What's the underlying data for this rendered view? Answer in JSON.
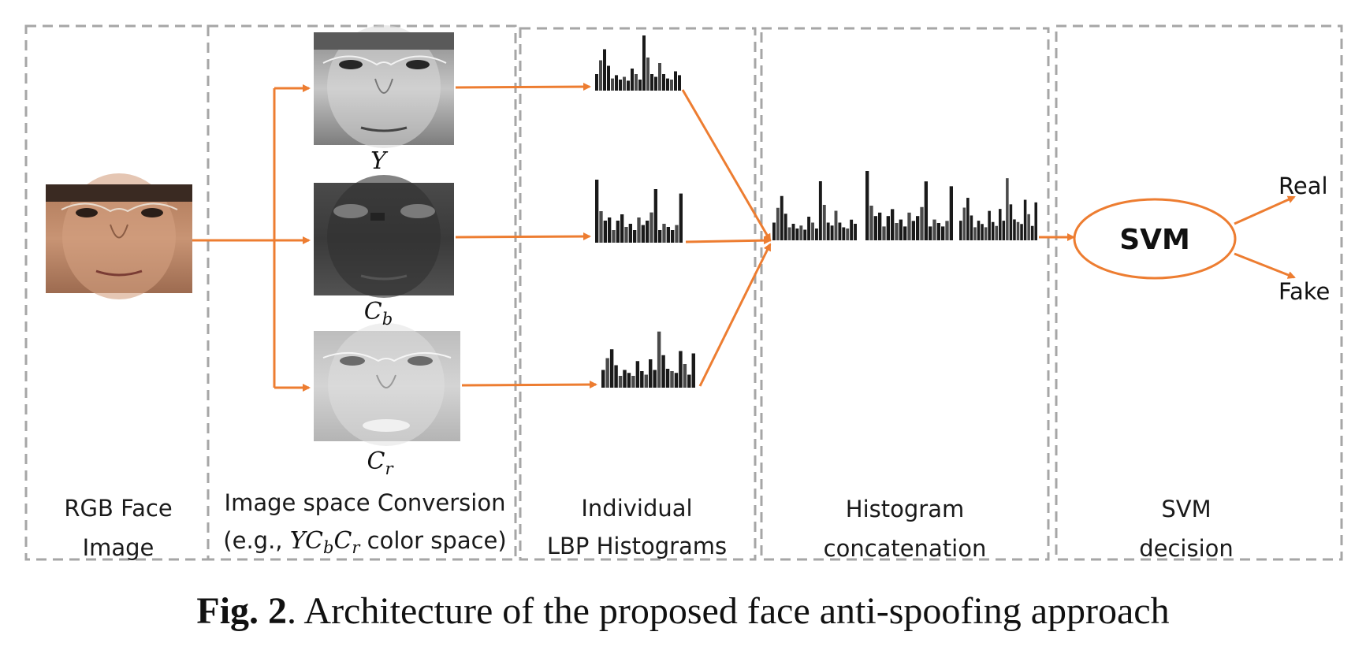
{
  "panels": [
    {
      "id": "rgb",
      "lines": [
        "RGB Face",
        "Image"
      ]
    },
    {
      "id": "conversion",
      "line1": "Image space Conversion",
      "line2_prefix": "(e.g., ",
      "line2_suffix": " color space)"
    },
    {
      "id": "individual",
      "lines": [
        "Individual",
        "LBP Histograms"
      ]
    },
    {
      "id": "concat",
      "lines": [
        "Histogram",
        "concatenation"
      ]
    },
    {
      "id": "svm",
      "lines": [
        "SVM",
        "decision"
      ]
    }
  ],
  "channels": [
    {
      "base": "Y",
      "sub": ""
    },
    {
      "base": "C",
      "sub": "b"
    },
    {
      "base": "C",
      "sub": "r"
    }
  ],
  "svm_label": "SVM",
  "outputs": {
    "real": "Real",
    "fake": "Fake"
  },
  "caption": {
    "prefix": "Fig. 2",
    "text": ". Architecture of the proposed face anti-spoofing approach"
  },
  "colors": {
    "arrow": "#ED7D31",
    "panel_border": "#A6A6A6",
    "histogram": "#1a1a1a"
  }
}
